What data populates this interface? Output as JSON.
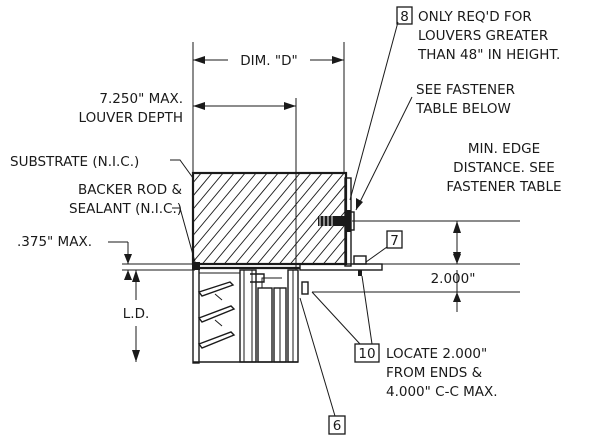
{
  "labels": {
    "dim_d": "DIM. \"D\"",
    "louver_depth_1": "7.250\" MAX.",
    "louver_depth_2": "LOUVER DEPTH",
    "substrate": "SUBSTRATE (N.I.C.)",
    "backer_rod_1": "BACKER ROD &",
    "backer_rod_2": "SEALANT (N.I.C.)",
    "gap_max": ".375\" MAX.",
    "ld": "L.D.",
    "note8_1": "ONLY REQ'D FOR",
    "note8_2": "LOUVERS GREATER",
    "note8_3": "THAN 48\" IN HEIGHT.",
    "fastener_1": "SEE FASTENER",
    "fastener_2": "TABLE BELOW",
    "edge_1": "MIN. EDGE",
    "edge_2": "DISTANCE. SEE",
    "edge_3": "FASTENER TABLE",
    "dim_2000": "2.000\"",
    "locate_1": "LOCATE 2.000\"",
    "locate_2": "FROM ENDS &",
    "locate_3": "4.000\" C-C MAX."
  },
  "callouts": {
    "c8": "8",
    "c7": "7",
    "c10": "10",
    "c6": "6"
  }
}
